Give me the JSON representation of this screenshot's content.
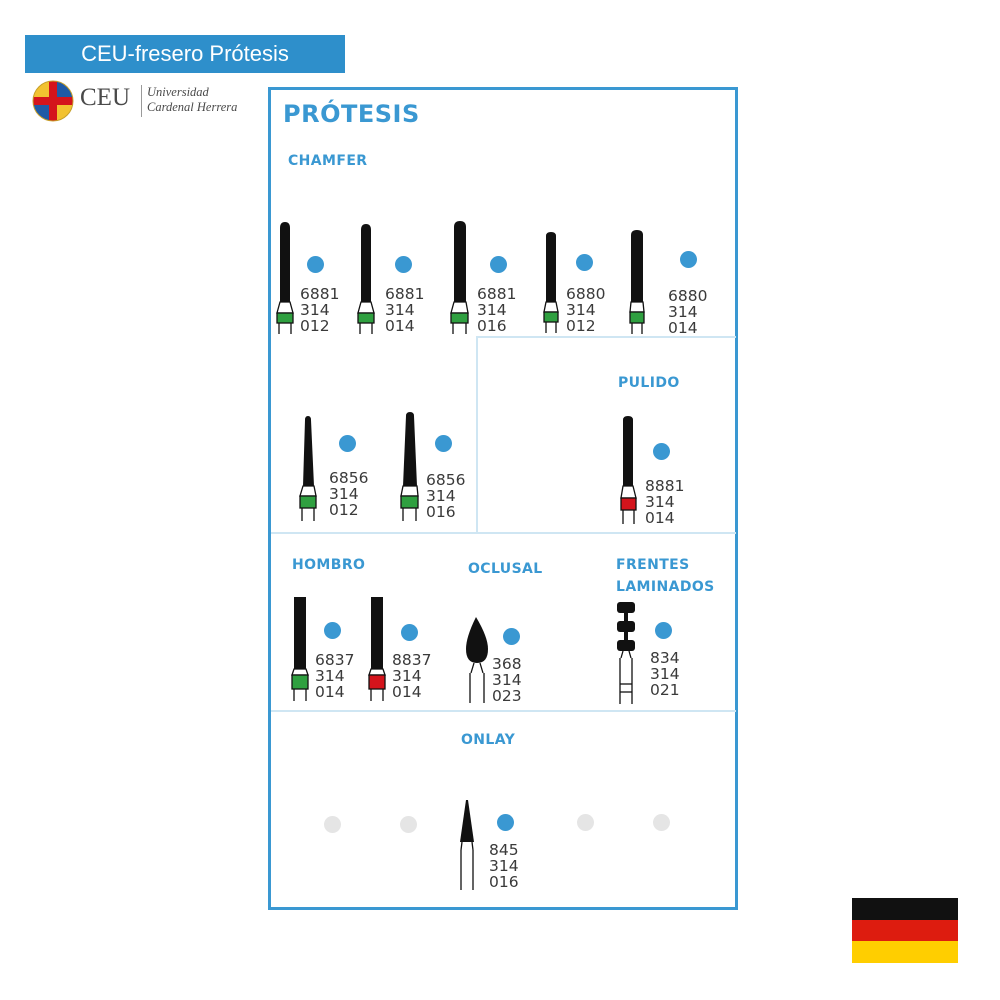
{
  "header": {
    "title": "CEU-fresero Prótesis"
  },
  "logo": {
    "wordmark": "CEU",
    "line1": "Universidad",
    "line2": "Cardenal Herrera"
  },
  "panel": {
    "title": "PRÓTESIS",
    "sections": {
      "chamfer": "CHAMFER",
      "pulido": "PULIDO",
      "hombro": "HOMBRO",
      "oclusal": "OCLUSAL",
      "frentes": "FRENTES LAMINADOS",
      "onlay": "ONLAY"
    }
  },
  "colors": {
    "accent": "#3a98d2",
    "ring_green": "#2fa040",
    "ring_red": "#d4141c",
    "empty_dot": "#e5e5e5"
  },
  "burs": [
    {
      "section": "chamfer",
      "shape": "chamfer-cylinder",
      "ring": "green",
      "code": [
        "6881",
        "314",
        "012"
      ]
    },
    {
      "section": "chamfer",
      "shape": "chamfer-cylinder",
      "ring": "green",
      "code": [
        "6881",
        "314",
        "014"
      ]
    },
    {
      "section": "chamfer",
      "shape": "chamfer-cylinder",
      "ring": "green",
      "code": [
        "6881",
        "314",
        "016"
      ]
    },
    {
      "section": "chamfer",
      "shape": "chamfer-cylinder",
      "ring": "green",
      "code": [
        "6880",
        "314",
        "012"
      ]
    },
    {
      "section": "chamfer",
      "shape": "chamfer-cylinder",
      "ring": "green",
      "code": [
        "6880",
        "314",
        "014"
      ]
    },
    {
      "section": "chamfer",
      "shape": "tapered",
      "ring": "green",
      "code": [
        "6856",
        "314",
        "012"
      ]
    },
    {
      "section": "chamfer",
      "shape": "tapered",
      "ring": "green",
      "code": [
        "6856",
        "314",
        "016"
      ]
    },
    {
      "section": "pulido",
      "shape": "chamfer-cylinder",
      "ring": "red",
      "code": [
        "8881",
        "314",
        "014"
      ]
    },
    {
      "section": "hombro",
      "shape": "flat-cylinder",
      "ring": "green",
      "code": [
        "6837",
        "314",
        "014"
      ]
    },
    {
      "section": "hombro",
      "shape": "flat-cylinder",
      "ring": "red",
      "code": [
        "8837",
        "314",
        "014"
      ]
    },
    {
      "section": "oclusal",
      "shape": "flame",
      "ring": "none",
      "code": [
        "368",
        "314",
        "023"
      ]
    },
    {
      "section": "frentes",
      "shape": "depth-cutter",
      "ring": "none",
      "code": [
        "834",
        "314",
        "021"
      ]
    },
    {
      "section": "onlay",
      "shape": "cone",
      "ring": "none",
      "code": [
        "845",
        "314",
        "016"
      ]
    }
  ]
}
